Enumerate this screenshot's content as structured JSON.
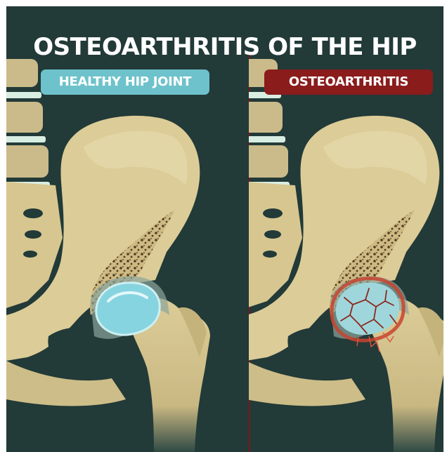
{
  "title": "OSTEOARTHRITIS OF THE HIP",
  "panels": [
    {
      "label": "HEALTHY HIP JOINT",
      "label_color": "#6ec2cb",
      "condition": "healthy"
    },
    {
      "label": "OSTEOARTHRITIS",
      "label_color": "#8a1c1c",
      "condition": "osteoarthritis"
    }
  ],
  "colors": {
    "background": "#223a38",
    "bone": "#dccc97",
    "bone_shadow": "#c4b37b",
    "cartilage": "#86d4df",
    "inflammation": "#c8432f",
    "divider": "#7a1a1a"
  }
}
